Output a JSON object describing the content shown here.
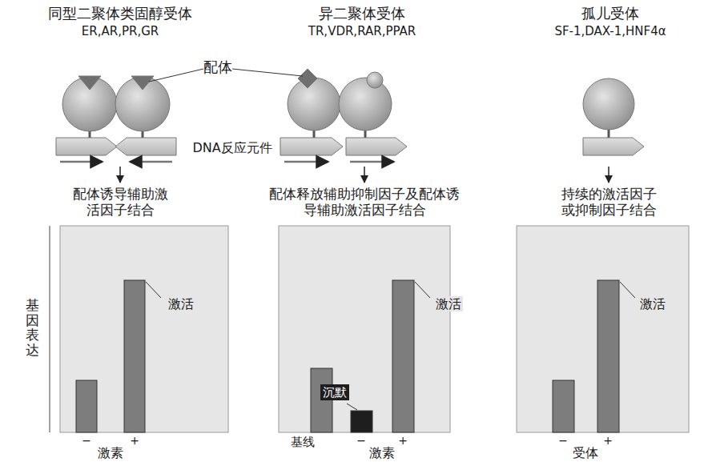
{
  "diagram": {
    "labels": [
      "同型二聚体类固醇受体",
      "ER,AR,PR,GR",
      "异二聚体受体",
      "TR,VDR,RAR,PPAR",
      "孤儿受体",
      "SF-1,DAX-1,HNF4α",
      "配体",
      "DNA反应元件",
      "配体诱导辅助激活因子结合",
      "配体释放辅助抑制因子及配体诱导辅助激活因子结合",
      "持续的激活因子或抑制因子结合",
      "基因表达",
      "激活",
      "−",
      "+",
      "激素",
      "激活",
      "沉默",
      "基线",
      "−",
      "+",
      "激素",
      "激活",
      "−",
      "+",
      "受体"
    ]
  }
}
